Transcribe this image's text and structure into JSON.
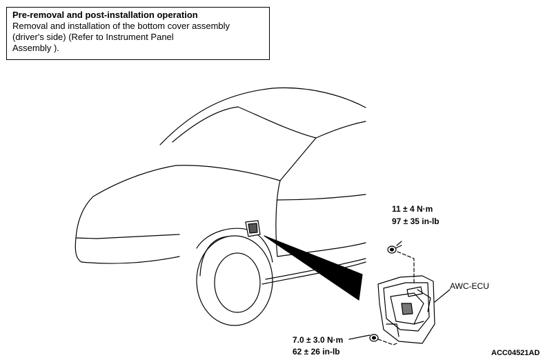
{
  "note": {
    "title": "Pre-removal and post-installation operation",
    "lines": [
      "Removal and installation of the bottom cover assembly",
      "(driver's side) (Refer to Instrument Panel",
      "Assembly )."
    ]
  },
  "labels": {
    "torque_top_nm": "11 ± 4 N·m",
    "torque_top_inlb": "97 ± 35 in-lb",
    "component": "AWC-ECU",
    "torque_bottom_nm": "7.0 ± 3.0 N·m",
    "torque_bottom_inlb": "62 ± 26 in-lb",
    "figure_id": "ACC04521AD"
  }
}
